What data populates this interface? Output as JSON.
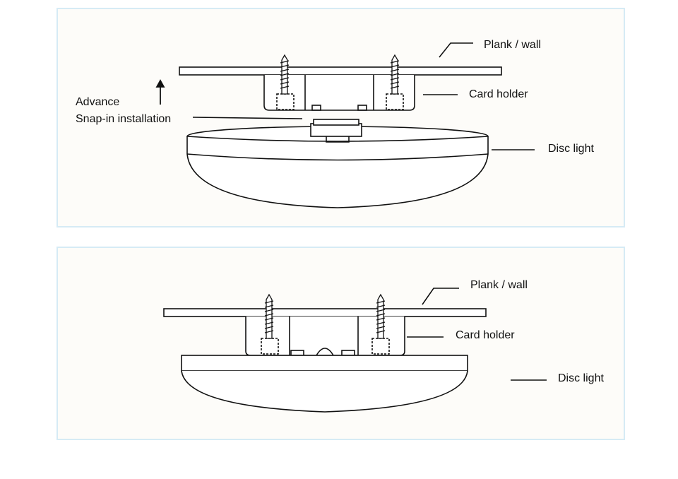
{
  "diagram": {
    "top_panel": {
      "labels": {
        "plank": "Plank / wall",
        "card_holder": "Card holder",
        "disc_light": "Disc light",
        "advance": "Advance",
        "snap_in": "Snap-in installation"
      }
    },
    "bottom_panel": {
      "labels": {
        "plank": "Plank / wall",
        "card_holder": "Card holder",
        "disc_light": "Disc light"
      }
    }
  },
  "colors": {
    "panel_border": "#d6ebf5",
    "panel_background": "#fdfcf9",
    "line": "#111111"
  }
}
